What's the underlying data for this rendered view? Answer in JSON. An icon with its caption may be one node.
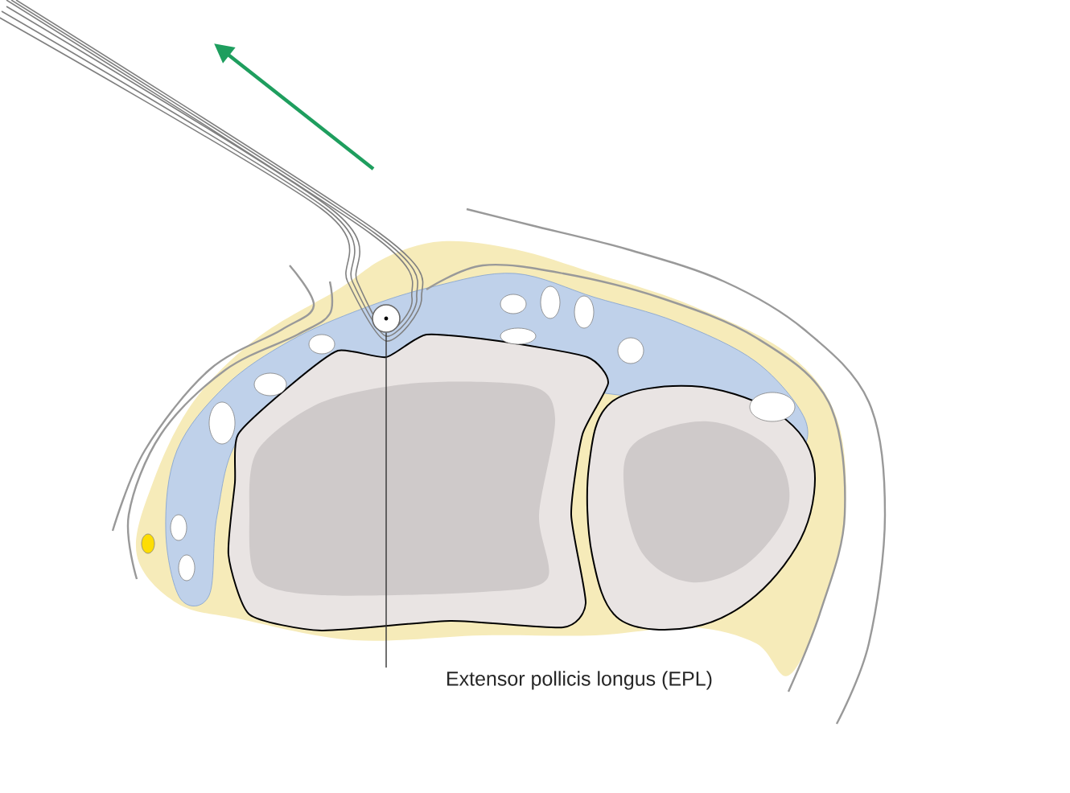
{
  "diagram": {
    "nodes": [
      {
        "text": [
          "Extensor pollicis longus (EPL)"
        ]
      },
      {
        "text": [],
        "shape": "circle"
      }
    ],
    "edges": [
      {
        "from": 0,
        "to": 1,
        "arrow": "none"
      }
    ]
  }
}
